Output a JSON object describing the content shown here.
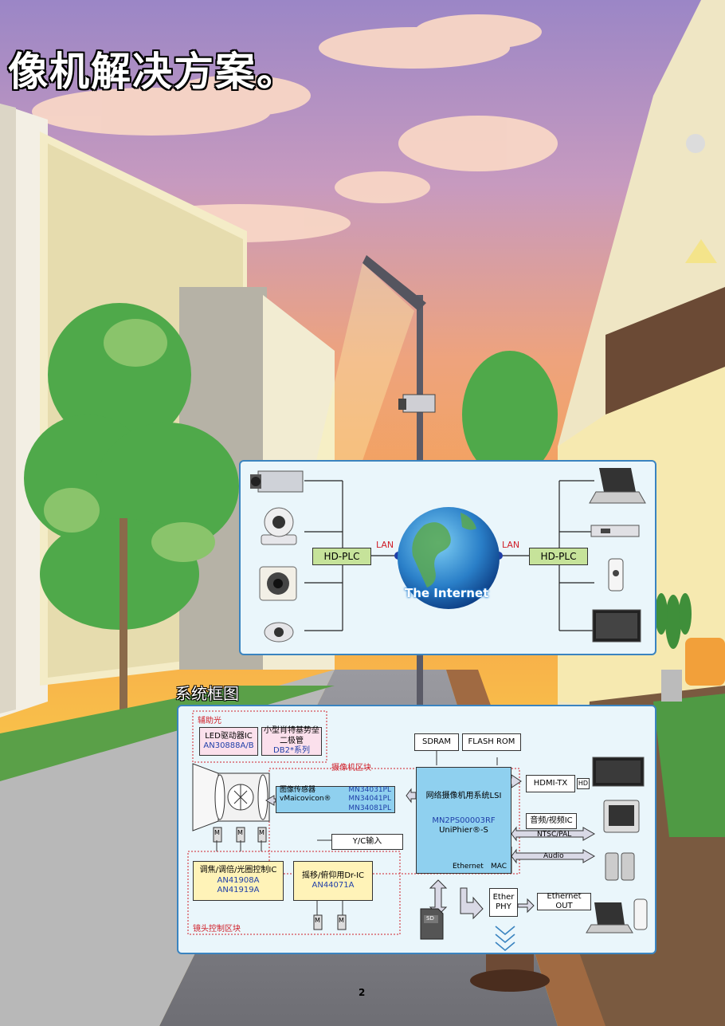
{
  "page": {
    "title": "像机解决方案。",
    "page_number": "2"
  },
  "network": {
    "left_plc": "HD-PLC",
    "right_plc": "HD-PLC",
    "left_lan": "LAN",
    "right_lan": "LAN",
    "globe_label": "The Internet"
  },
  "system": {
    "title": "系统框图",
    "aux_light": {
      "group_label": "辅助光",
      "led_driver_title": "LED驱动器IC",
      "led_driver_part": "AN30888A/B",
      "diode_title_1": "小型肖特基势垒",
      "diode_title_2": "二极管",
      "diode_part": "DB2*系列"
    },
    "camera_block_label": "摄像机区块",
    "image_sensor": {
      "title": "图像传感器",
      "brand": "vMaicovicon®",
      "parts": [
        "MN34031PL",
        "MN34041PL",
        "MN34081PL"
      ]
    },
    "sdram": "SDRAM",
    "flash_rom": "FLASH ROM",
    "lsi": {
      "title": "网络摄像机用系统LSI",
      "part": "MN2PS00003RF",
      "brand": "UniPhier®-S",
      "ethernet": "Ethernet",
      "mac": "MAC"
    },
    "yc_input": "Y/C输入",
    "hdmi_tx": "HDMI-TX",
    "hd_tag": "HD",
    "av_ic": "音频/视频IC",
    "ntsc_pal": "NTSC/PAL",
    "audio": "Audio",
    "ether_phy_1": "Ether",
    "ether_phy_2": "PHY",
    "ethernet_out": "Ethernet OUT",
    "sd_card": "SD",
    "lens_block_label": "镜头控制区块",
    "focus_ic": {
      "title": "调焦/调倍/光圈控制IC",
      "parts": [
        "AN41908A",
        "AN41919A"
      ]
    },
    "pan_tilt_ic": {
      "title": "摇移/俯仰用Dr-IC",
      "part": "AN44071A"
    },
    "motor_tag": "M"
  },
  "colors": {
    "panel_border": "#3a84c0",
    "panel_bg": "#eaf6fb",
    "plc_green": "#c6e39a",
    "lsi_blue": "#8fd0ef",
    "label_red": "#d0202a",
    "part_blue": "#1f3fa8"
  }
}
